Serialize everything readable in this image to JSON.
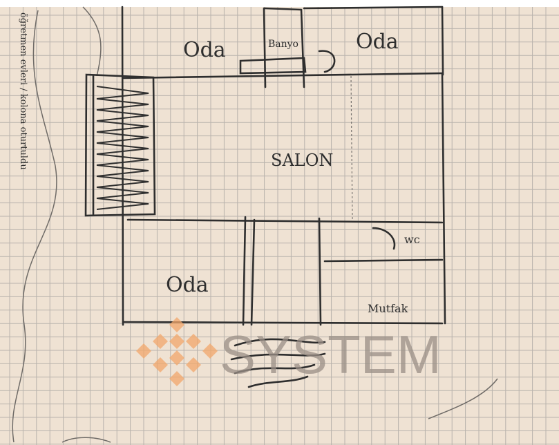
{
  "title": "",
  "rooms": [
    {
      "id": "top-left-room",
      "label": "Oda"
    },
    {
      "id": "bathroom",
      "label": "Banyo"
    },
    {
      "id": "top-right-room",
      "label": "Oda"
    },
    {
      "id": "living-room",
      "label": "SALON"
    },
    {
      "id": "wc",
      "label": "wc"
    },
    {
      "id": "bottom-left-room",
      "label": "Oda"
    },
    {
      "id": "kitchen",
      "label": "Mutfak"
    }
  ],
  "side_note": "öğretmen evleri / kolona oturtuldu",
  "watermark": {
    "text": "SYSTEM",
    "color": "#9a8f86",
    "accent_color": "#f2a76b"
  },
  "colors": {
    "paper": "#efe2d3",
    "grid": "#b9b3ad",
    "ink": "#2e2e2e"
  }
}
